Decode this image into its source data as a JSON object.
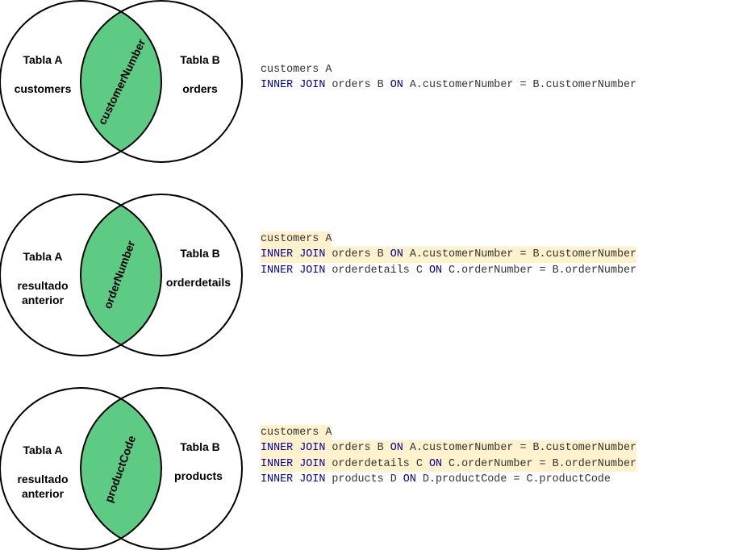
{
  "colors": {
    "intersection_fill": "#5dcb84",
    "circle_stroke": "#000000",
    "keyword": "#000099",
    "highlight": "#fff2cc",
    "code_text": "#333333"
  },
  "diagrams": [
    {
      "left_title": "Tabla A",
      "left_subtitle_1": "customers",
      "left_subtitle_2": "",
      "right_title": "Tabla B",
      "right_subtitle": "orders",
      "join_key": "customerNumber",
      "code": [
        {
          "highlighted": false,
          "parts": [
            {
              "text": "customers A",
              "kw": false
            }
          ]
        },
        {
          "highlighted": false,
          "parts": [
            {
              "text": "INNER JOIN",
              "kw": true
            },
            {
              "text": " orders B ",
              "kw": false
            },
            {
              "text": "ON",
              "kw": true
            },
            {
              "text": " A.customerNumber = B.customerNumber",
              "kw": false
            }
          ]
        }
      ]
    },
    {
      "left_title": "Tabla A",
      "left_subtitle_1": "resultado",
      "left_subtitle_2": "anterior",
      "right_title": "Tabla B",
      "right_subtitle": "orderdetails",
      "join_key": "orderNumber",
      "code": [
        {
          "highlighted": true,
          "parts": [
            {
              "text": "customers A",
              "kw": false
            }
          ]
        },
        {
          "highlighted": true,
          "parts": [
            {
              "text": "INNER JOIN",
              "kw": true
            },
            {
              "text": " orders B ",
              "kw": false
            },
            {
              "text": "ON",
              "kw": true
            },
            {
              "text": " A.customerNumber = B.customerNumber",
              "kw": false
            }
          ]
        },
        {
          "highlighted": false,
          "parts": [
            {
              "text": "INNER JOIN",
              "kw": true
            },
            {
              "text": " orderdetails C ",
              "kw": false
            },
            {
              "text": "ON",
              "kw": true
            },
            {
              "text": " C.orderNumber = B.orderNumber",
              "kw": false
            }
          ]
        }
      ]
    },
    {
      "left_title": "Tabla A",
      "left_subtitle_1": "resultado",
      "left_subtitle_2": "anterior",
      "right_title": "Tabla B",
      "right_subtitle": "products",
      "join_key": "productCode",
      "code": [
        {
          "highlighted": true,
          "parts": [
            {
              "text": "customers A",
              "kw": false
            }
          ]
        },
        {
          "highlighted": true,
          "parts": [
            {
              "text": "INNER JOIN",
              "kw": true
            },
            {
              "text": " orders B ",
              "kw": false
            },
            {
              "text": "ON",
              "kw": true
            },
            {
              "text": " A.customerNumber = B.customerNumber",
              "kw": false
            }
          ]
        },
        {
          "highlighted": true,
          "parts": [
            {
              "text": "INNER JOIN",
              "kw": true
            },
            {
              "text": " orderdetails C ",
              "kw": false
            },
            {
              "text": "ON",
              "kw": true
            },
            {
              "text": " C.orderNumber = B.orderNumber",
              "kw": false
            }
          ]
        },
        {
          "highlighted": false,
          "parts": [
            {
              "text": "INNER JOIN",
              "kw": true
            },
            {
              "text": " products D ",
              "kw": false
            },
            {
              "text": "ON",
              "kw": true
            },
            {
              "text": " D.productCode = C.productCode",
              "kw": false
            }
          ]
        }
      ]
    }
  ]
}
